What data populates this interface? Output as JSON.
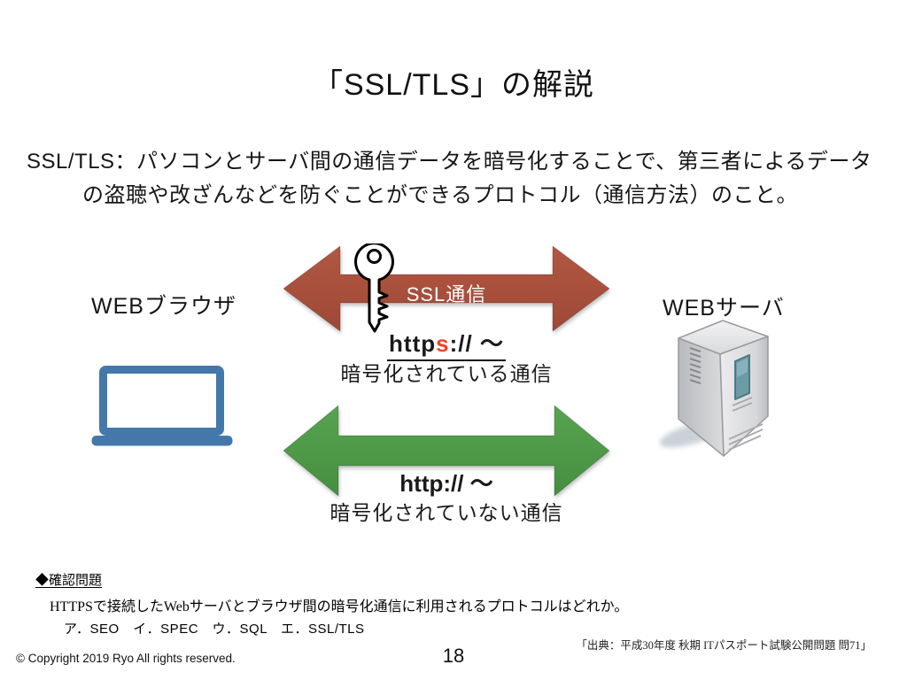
{
  "slide": {
    "title": "「SSL/TLS」の解説",
    "description": {
      "line1": "SSL/TLS：パソコンとサーバ間の通信データを暗号化することで、第三者によるデータ",
      "line2": "の盗聴や改ざんなどを防ぐことができるプロトコル（通信方法）のこと。"
    }
  },
  "diagram": {
    "browser_label": "WEBブラウザ",
    "server_label": "WEBサーバ",
    "ssl_arrow_label": "SSL通信",
    "https_label": {
      "prefix": "http",
      "highlight": "s",
      "suffix": ":// ～"
    },
    "https_caption": "暗号化されている通信",
    "http_label": "http:// ～",
    "http_caption": "暗号化されていない通信",
    "icons": {
      "key": "key-icon",
      "laptop": "laptop-icon",
      "server": "server-tower-icon"
    },
    "colors": {
      "ssl_arrow": "#a8503c",
      "plain_arrow": "#4e9a48",
      "laptop_blue": "#4578aa",
      "https_s_red": "#e8432d",
      "ssl_label_text": "#ffffff"
    }
  },
  "question": {
    "heading": "◆確認問題",
    "text": "HTTPSで接続したWebサーバとブラウザ間の暗号化通信に利用されるプロトコルはどれか。",
    "options": "ア．SEO　イ．SPEC　ウ．SQL　エ．SSL/TLS"
  },
  "footer": {
    "copyright": "© Copyright 2019 Ryo All rights reserved.",
    "page_number": "18",
    "source": "「出典：平成30年度 秋期 ITパスポート試験公開問題 問71」"
  }
}
